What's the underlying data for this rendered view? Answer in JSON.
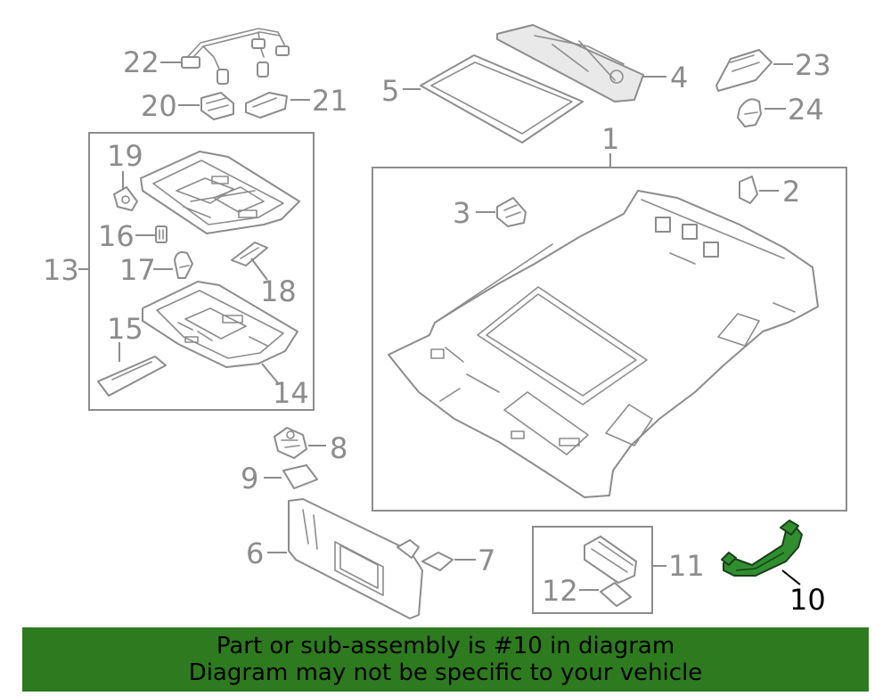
{
  "callouts": {
    "c1": "1",
    "c2": "2",
    "c3": "3",
    "c4": "4",
    "c5": "5",
    "c6": "6",
    "c7": "7",
    "c8": "8",
    "c9": "9",
    "c10": "10",
    "c11": "11",
    "c12": "12",
    "c13": "13",
    "c14": "14",
    "c15": "15",
    "c16": "16",
    "c17": "17",
    "c18": "18",
    "c19": "19",
    "c20": "20",
    "c21": "21",
    "c22": "22",
    "c23": "23",
    "c24": "24"
  },
  "highlighted_part": "10",
  "colors": {
    "line": "#8c8c8c",
    "highlight_part": "#2f8f2f",
    "banner_bg": "#2d7a1f",
    "banner_text": "#000000"
  },
  "banner": {
    "line1": "Part or sub-assembly is #10 in diagram",
    "line2": "Diagram may not be specific to your vehicle"
  }
}
